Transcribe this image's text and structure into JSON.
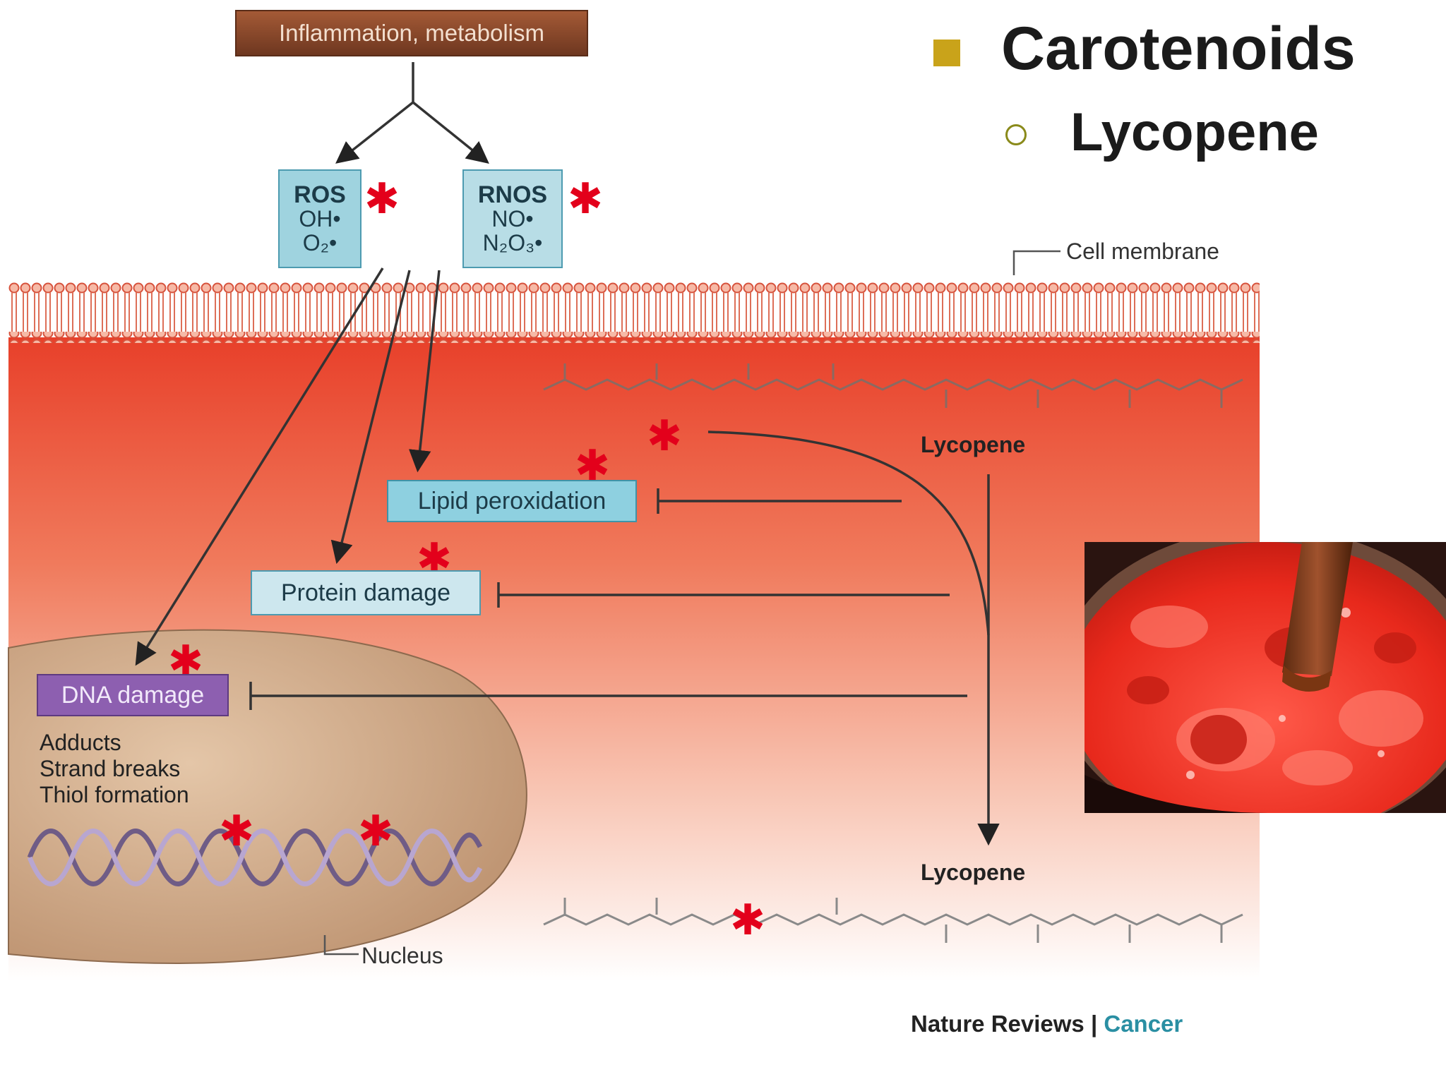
{
  "slide": {
    "bullet1": "Carotenoids",
    "bullet2": "Lycopene",
    "colors": {
      "bullet_square": "#c9a31a",
      "bullet_ring": "#8a8a1a",
      "heading_text": "#1b1b1b"
    }
  },
  "diagram": {
    "source_box": "Inflammation, metabolism",
    "ros": {
      "title": "ROS",
      "line1": "OH•",
      "line2": "O₂•"
    },
    "rnos": {
      "title": "RNOS",
      "line1": "NO•",
      "line2": "N₂O₃•"
    },
    "cell_membrane": "Cell membrane",
    "lycopene_top": "Lycopene",
    "lycopene_bottom": "Lycopene",
    "lipid_peroxidation": "Lipid peroxidation",
    "protein_damage": "Protein damage",
    "dna_damage": "DNA damage",
    "dna_details": [
      "Adducts",
      "Strand breaks",
      "Thiol formation"
    ],
    "nucleus": "Nucleus",
    "credit_journal": "Nature Reviews",
    "credit_separator": "|",
    "credit_topic": "Cancer",
    "colors": {
      "source_box": "#8b4a2b",
      "ros_box": "#9fd3df",
      "lipid_box": "#8ed0e0",
      "dna_box": "#8d5fb0",
      "cytoplasm_top": "#e8402a",
      "nucleus_fill": "#c8a484",
      "star": "#e3001b",
      "credit_topic": "#2a8fa3"
    }
  },
  "photo": {
    "subject": "tomato-sauce-pot"
  }
}
